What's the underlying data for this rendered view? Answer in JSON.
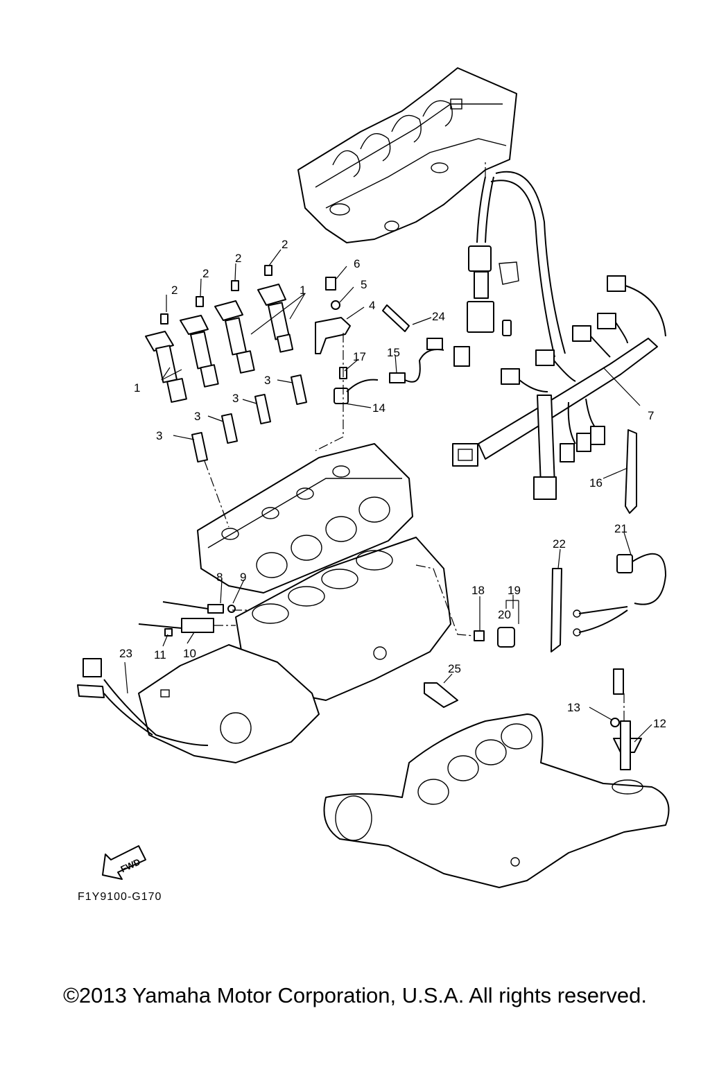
{
  "diagram": {
    "callouts": [
      {
        "id": "c1a",
        "text": "1"
      },
      {
        "id": "c1b",
        "text": "1"
      },
      {
        "id": "c2a",
        "text": "2"
      },
      {
        "id": "c2b",
        "text": "2"
      },
      {
        "id": "c2c",
        "text": "2"
      },
      {
        "id": "c2d",
        "text": "2"
      },
      {
        "id": "c3a",
        "text": "3"
      },
      {
        "id": "c3b",
        "text": "3"
      },
      {
        "id": "c3c",
        "text": "3"
      },
      {
        "id": "c3d",
        "text": "3"
      },
      {
        "id": "c4",
        "text": "4"
      },
      {
        "id": "c5",
        "text": "5"
      },
      {
        "id": "c6",
        "text": "6"
      },
      {
        "id": "c7",
        "text": "7"
      },
      {
        "id": "c8",
        "text": "8"
      },
      {
        "id": "c9",
        "text": "9"
      },
      {
        "id": "c10",
        "text": "10"
      },
      {
        "id": "c11",
        "text": "11"
      },
      {
        "id": "c12",
        "text": "12"
      },
      {
        "id": "c13",
        "text": "13"
      },
      {
        "id": "c14",
        "text": "14"
      },
      {
        "id": "c15",
        "text": "15"
      },
      {
        "id": "c16",
        "text": "16"
      },
      {
        "id": "c17",
        "text": "17"
      },
      {
        "id": "c18",
        "text": "18"
      },
      {
        "id": "c19",
        "text": "19"
      },
      {
        "id": "c20",
        "text": "20"
      },
      {
        "id": "c21",
        "text": "21"
      },
      {
        "id": "c22",
        "text": "22"
      },
      {
        "id": "c23",
        "text": "23"
      },
      {
        "id": "c24",
        "text": "24"
      },
      {
        "id": "c25",
        "text": "25"
      }
    ],
    "fwd_label": "FWD",
    "figure_code": "F1Y9100-G170"
  },
  "footer": {
    "copyright": "©2013 Yamaha Motor Corporation, U.S.A. All rights reserved."
  }
}
